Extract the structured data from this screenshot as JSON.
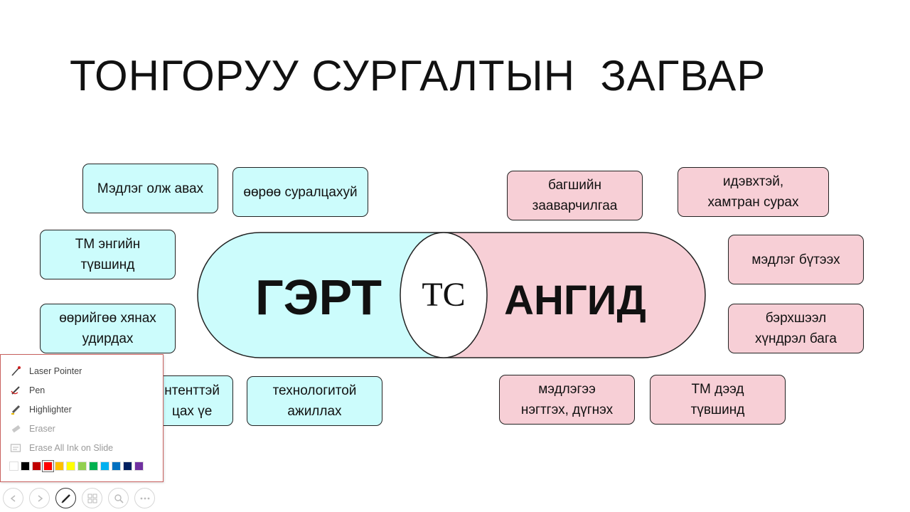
{
  "slide": {
    "title": "ТОНГОРУУ СУРГАЛТЫН  ЗАГВАР",
    "center": {
      "left_label": "ГЭРТ",
      "middle_label": "ТС",
      "right_label": "АНГИД"
    },
    "colors": {
      "home_fill": "#ccfcfc",
      "class_fill": "#f7cfd6",
      "border": "#222222"
    },
    "home_boxes": [
      {
        "text": "Мэдлэг олж авах"
      },
      {
        "text": "өөрөө суралцахуй"
      },
      {
        "text": "ТМ энгийн\nтүвшинд"
      },
      {
        "text": "өөрийгөө хянах\nудирдах"
      },
      {
        "text": "нтенттэй\nцах үе"
      },
      {
        "text": "технологитой\nажиллах"
      }
    ],
    "class_boxes": [
      {
        "text": "багшийн\nзааварчилгаа"
      },
      {
        "text": "идэвхтэй,\nхамтран  сурах"
      },
      {
        "text": "мэдлэг бүтээх"
      },
      {
        "text": "бэрхшээл\nхүндрэл бага"
      },
      {
        "text": "мэдлэгээ\nнэгтгэх, дүгнэх"
      },
      {
        "text": "ТМ дээд\nтүвшинд"
      }
    ]
  },
  "pen_menu": {
    "items": [
      {
        "label": "Laser Pointer",
        "icon": "laser-pointer-icon",
        "enabled": true
      },
      {
        "label": "Pen",
        "icon": "pen-icon",
        "enabled": true
      },
      {
        "label": "Highlighter",
        "icon": "highlighter-icon",
        "enabled": true
      },
      {
        "label": "Eraser",
        "icon": "eraser-icon",
        "enabled": false
      },
      {
        "label": "Erase All Ink on Slide",
        "icon": "erase-all-icon",
        "enabled": false
      }
    ],
    "colors": [
      "#ffffff",
      "#000000",
      "#c00000",
      "#ff0000",
      "#ffc000",
      "#ffff00",
      "#92d050",
      "#00b050",
      "#00b0f0",
      "#0070c0",
      "#002060",
      "#7030a0"
    ],
    "selected_color": "#ff0000"
  },
  "nav_bar": {
    "buttons": [
      "previous-slide-icon",
      "next-slide-icon",
      "pen-tools-icon",
      "see-all-slides-icon",
      "zoom-icon",
      "more-options-icon"
    ],
    "active": "pen-tools-icon"
  }
}
